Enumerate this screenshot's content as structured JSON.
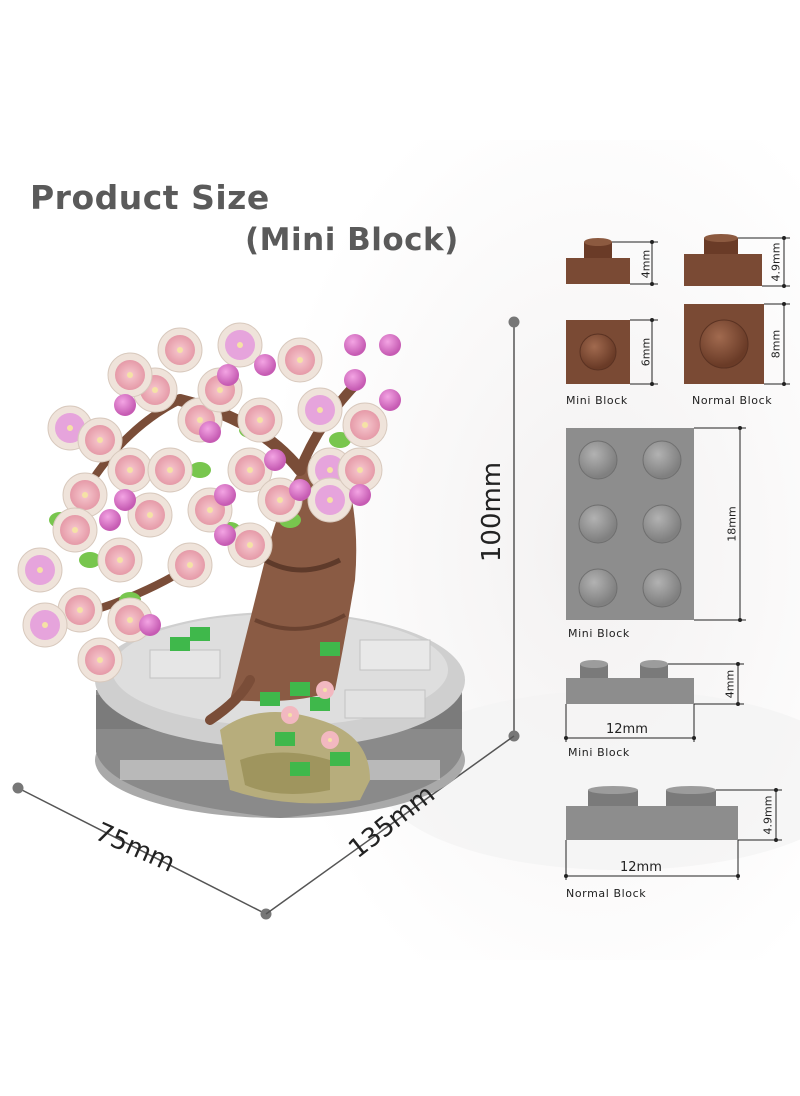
{
  "title": "Product Size",
  "subtitle": "(Mini Block)",
  "dimensions": {
    "height": "100mm",
    "width": "75mm",
    "length": "135mm"
  },
  "blocks": {
    "mini_side_height": "4mm",
    "normal_side_height": "4.9mm",
    "mini_top_size": "6mm",
    "normal_top_size": "8mm",
    "mini_label": "Mini Block",
    "normal_label": "Normal Block",
    "plate_length": "18mm",
    "plate_label": "Mini Block",
    "mini_side_long_height": "4mm",
    "mini_side_long_width": "12mm",
    "mini_side_long_label": "Mini Block",
    "normal_side_long_height": "4.9mm",
    "normal_side_long_width": "12mm",
    "normal_side_long_label": "Normal Block"
  },
  "colors": {
    "brick_brown": "#7a4a34",
    "brick_gray": "#8d8d8d",
    "title_gray": "#5a5a5a",
    "blossom_pink": "#f2b8c0",
    "blossom_magenta": "#d97cc8",
    "leaf_green": "#6cc04a",
    "base_gray": "#c9c9c9"
  }
}
